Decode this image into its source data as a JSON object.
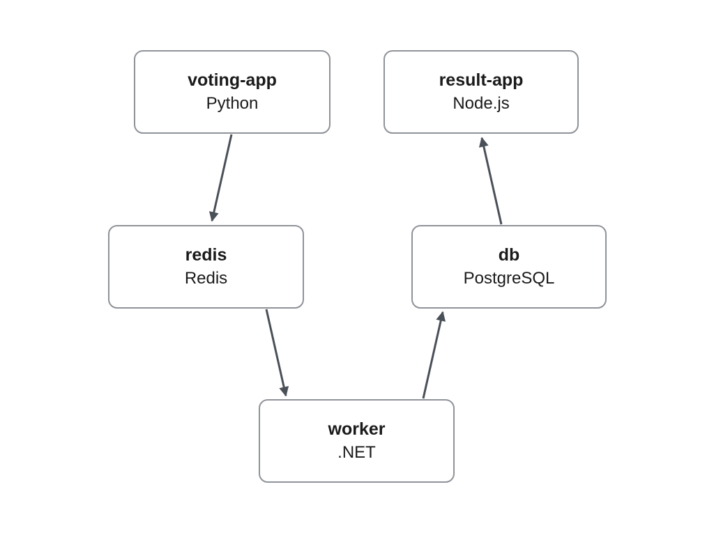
{
  "diagram": {
    "nodes": [
      {
        "id": "voting-app",
        "name": "voting-app",
        "tech": "Python"
      },
      {
        "id": "result-app",
        "name": "result-app",
        "tech": "Node.js"
      },
      {
        "id": "redis",
        "name": "redis",
        "tech": "Redis"
      },
      {
        "id": "db",
        "name": "db",
        "tech": "PostgreSQL"
      },
      {
        "id": "worker",
        "name": "worker",
        "tech": ".NET"
      }
    ],
    "edges": [
      {
        "from": "voting-app",
        "to": "redis"
      },
      {
        "from": "redis",
        "to": "worker"
      },
      {
        "from": "worker",
        "to": "db"
      },
      {
        "from": "db",
        "to": "result-app"
      }
    ],
    "colors": {
      "node_border": "#8e9298",
      "node_background": "#ffffff",
      "arrow": "#4a5058",
      "text": "#1a1a1a",
      "page_background": "#ffffff"
    }
  }
}
